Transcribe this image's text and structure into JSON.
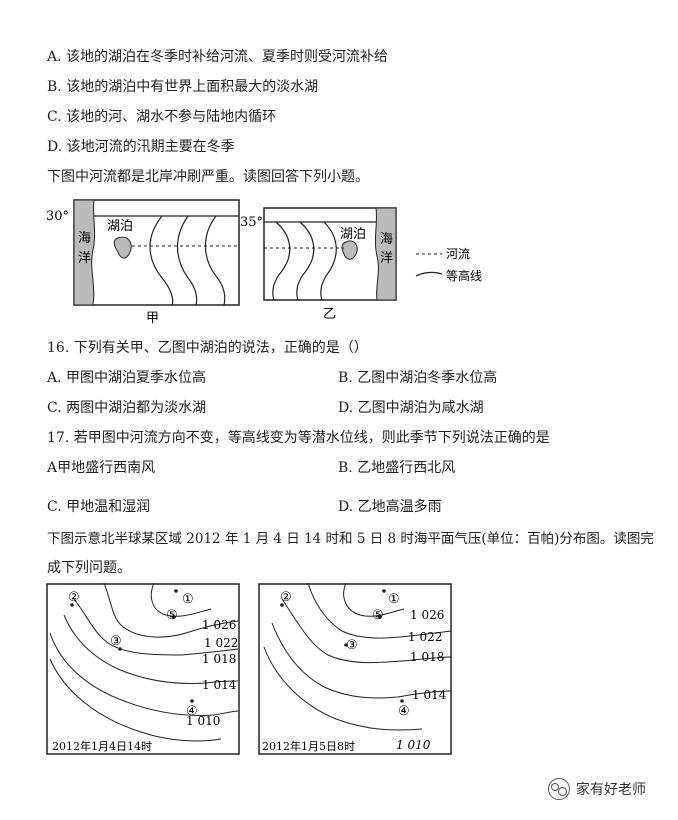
{
  "options_a": [
    "A. 该地的湖泊在冬季时补给河流、夏季时则受河流补给",
    "B. 该地的湖泊中有世界上面积最大的淡水湖",
    "C. 该地的河、湖水不参与陆地内循环",
    "D. 该地河流的汛期主要在冬季"
  ],
  "intro1": "下图中河流都是北岸冲刷严重。读图回答下列小题。",
  "fig1": {
    "jia_lat": "30°",
    "yi_lat": "35°",
    "sea": "海洋",
    "lake": "湖泊",
    "jia_label": "甲",
    "yi_label": "乙",
    "legend_river": "河流",
    "legend_contour": "等高线"
  },
  "q16": {
    "stem": "16. 下列有关甲、乙图中湖泊的说法，正确的是（）",
    "A": "A. 甲图中湖泊夏季水位高",
    "B": "B. 乙图中湖泊冬季水位高",
    "C": "C. 两图中湖泊都为淡水湖",
    "D": "D. 乙图中湖泊为咸水湖"
  },
  "q17": {
    "stem": "17. 若甲图中河流方向不变，等高线变为等潜水位线，则此季节下列说法正确的是",
    "A": "A甲地盛行西南风",
    "B": "B. 乙地盛行西北风",
    "C": "C. 甲地温和湿润",
    "D": "D. 乙地高温多雨"
  },
  "intro2_line1": "下图示意北半球某区域 2012 年 1 月 4 日 14 时和 5 日 8 时海平面气压(单位：百帕)分布图。读图完",
  "intro2_line2": "成下列问题。",
  "fig2": {
    "left_caption": "2012年1月4日14时",
    "right_caption": "2012年1月5日8时",
    "isobars": [
      "1 026",
      "1 022",
      "1 018",
      "1 014",
      "1 010"
    ],
    "points": [
      "①",
      "②",
      "③",
      "④",
      "⑤"
    ]
  },
  "watermark": "家有好老师"
}
